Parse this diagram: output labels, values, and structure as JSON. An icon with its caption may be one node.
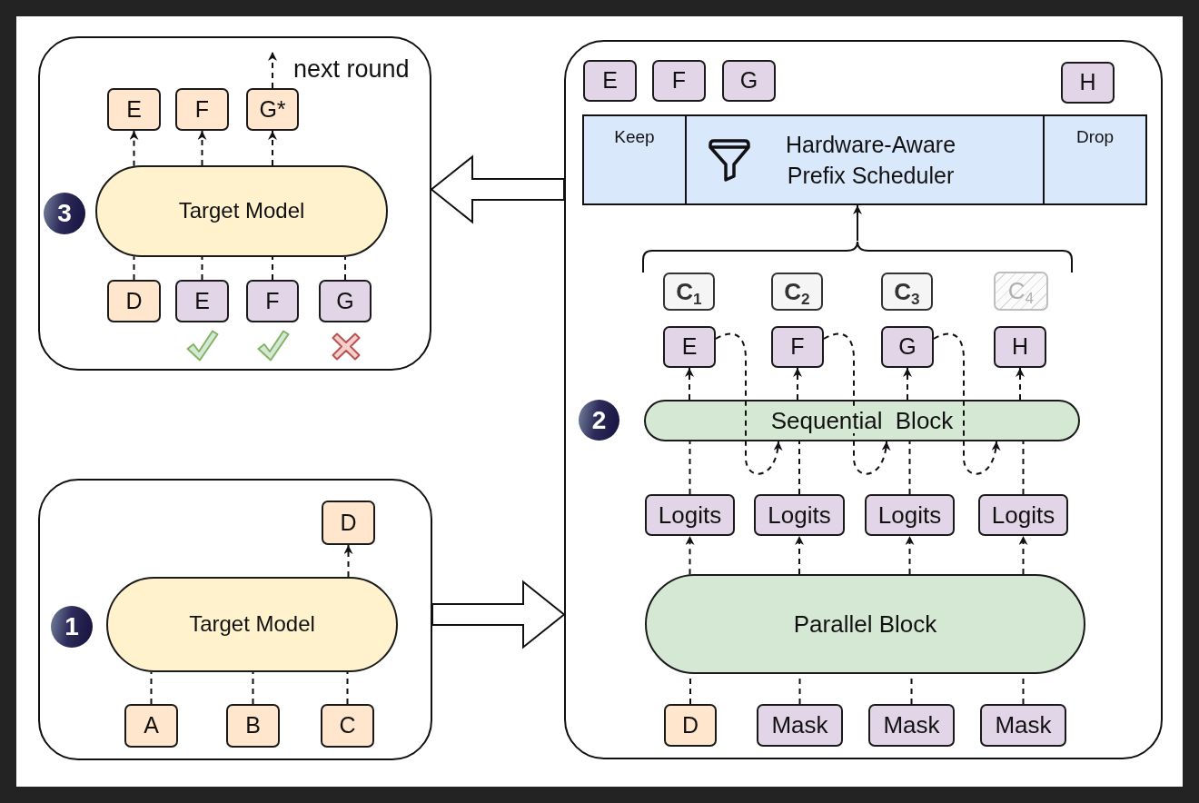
{
  "diagram": {
    "nodes": [
      {
        "text": [],
        "shape": "box"
      },
      {
        "text": [
          "D"
        ],
        "in": 0
      },
      {
        "text": [
          "1"
        ],
        "in": 0
      },
      {
        "text": [
          "Target Model"
        ],
        "in": 0
      },
      {
        "text": [
          "A"
        ],
        "in": 0
      },
      {
        "text": [
          "B"
        ],
        "in": 0
      },
      {
        "text": [
          "C"
        ],
        "in": 0
      },
      {
        "text": [],
        "shape": "box"
      },
      {
        "text": [
          "E"
        ],
        "in": 7
      },
      {
        "text": [
          "F"
        ],
        "in": 7
      },
      {
        "text": [
          "G"
        ],
        "in": 7
      },
      {
        "text": [
          "H"
        ],
        "in": 7
      },
      {
        "text": [
          "Keep",
          "Hardware-Aware Prefix Scheduler",
          "Drop"
        ],
        "in": 7
      },
      {
        "text": [],
        "shape": "brace",
        "in": 7
      },
      {
        "text": [
          "C$_{1}$"
        ],
        "in": 7
      },
      {
        "text": [
          "C$_{2}$"
        ],
        "in": 7
      },
      {
        "text": [
          "C$_{3}$"
        ],
        "in": 7
      },
      {
        "text": [
          "C$_{4}$"
        ],
        "in": 7
      },
      {
        "text": [
          "E"
        ],
        "in": 7
      },
      {
        "text": [
          "F"
        ],
        "in": 7
      },
      {
        "text": [
          "G"
        ],
        "in": 7
      },
      {
        "text": [
          "H"
        ],
        "in": 7
      },
      {
        "text": [
          "2"
        ],
        "in": 7
      },
      {
        "text": [
          "Sequential Block"
        ],
        "in": 7
      },
      {
        "text": [
          "Logits"
        ],
        "in": 7
      },
      {
        "text": [
          "Logits"
        ],
        "in": 7
      },
      {
        "text": [
          "Logits"
        ],
        "in": 7
      },
      {
        "text": [
          "Logits"
        ],
        "in": 7
      },
      {
        "text": [
          "Parallel Block"
        ],
        "in": 7
      },
      {
        "text": [
          "D"
        ],
        "in": 7
      },
      {
        "text": [
          "Mask"
        ],
        "in": 7
      },
      {
        "text": [
          "Mask"
        ],
        "in": 7
      },
      {
        "text": [
          "Mask"
        ],
        "in": 7
      },
      {
        "text": [],
        "shape": "box"
      },
      {
        "text": [
          "E"
        ],
        "in": 33
      },
      {
        "text": [
          "F"
        ],
        "in": 33
      },
      {
        "text": [
          "G*"
        ],
        "in": 33
      },
      {
        "text": [
          "3"
        ],
        "in": 33
      },
      {
        "text": [
          "Target Model"
        ],
        "in": 33
      },
      {
        "text": [
          "D"
        ],
        "in": 33
      },
      {
        "text": [
          "E"
        ],
        "in": 33
      },
      {
        "text": [
          "F"
        ],
        "in": 33
      },
      {
        "text": [
          "G"
        ],
        "in": 33
      }
    ],
    "edges": [
      {
        "from": 4,
        "to": 3,
        "arrow": "none",
        "style": "dashed"
      },
      {
        "from": 5,
        "to": 3,
        "arrow": "none",
        "style": "dashed"
      },
      {
        "from": 6,
        "to": 3,
        "arrow": "none",
        "style": "dashed"
      },
      {
        "from": 3,
        "to": 1,
        "arrow": "to",
        "style": "dashed"
      },
      {
        "from": 0,
        "to": 7,
        "arrow": "to",
        "style": "thick"
      },
      {
        "from": 29,
        "to": 28,
        "arrow": "none",
        "style": "dashed"
      },
      {
        "from": 30,
        "to": 28,
        "arrow": "none",
        "style": "dashed"
      },
      {
        "from": 31,
        "to": 28,
        "arrow": "none",
        "style": "dashed"
      },
      {
        "from": 32,
        "to": 28,
        "arrow": "none",
        "style": "dashed"
      },
      {
        "from": 28,
        "to": 24,
        "arrow": "to",
        "style": "dashed"
      },
      {
        "from": 28,
        "to": 25,
        "arrow": "to",
        "style": "dashed"
      },
      {
        "from": 28,
        "to": 26,
        "arrow": "to",
        "style": "dashed"
      },
      {
        "from": 28,
        "to": 27,
        "arrow": "to",
        "style": "dashed"
      },
      {
        "from": 24,
        "to": 23,
        "arrow": "none",
        "style": "dashed"
      },
      {
        "from": 25,
        "to": 23,
        "arrow": "none",
        "style": "dashed"
      },
      {
        "from": 26,
        "to": 23,
        "arrow": "none",
        "style": "dashed"
      },
      {
        "from": 27,
        "to": 23,
        "arrow": "none",
        "style": "dashed"
      },
      {
        "from": 23,
        "to": 18,
        "arrow": "to",
        "style": "dashed"
      },
      {
        "from": 23,
        "to": 19,
        "arrow": "to",
        "style": "dashed"
      },
      {
        "from": 23,
        "to": 20,
        "arrow": "to",
        "style": "dashed"
      },
      {
        "from": 23,
        "to": 21,
        "arrow": "to",
        "style": "dashed"
      },
      {
        "from": 18,
        "to": 23,
        "arrow": "to",
        "style": "dashed"
      },
      {
        "from": 19,
        "to": 23,
        "arrow": "to",
        "style": "dashed"
      },
      {
        "from": 20,
        "to": 23,
        "arrow": "to",
        "style": "dashed"
      },
      {
        "from": 13,
        "to": 12,
        "arrow": "to"
      },
      {
        "from": 7,
        "to": 33,
        "arrow": "to",
        "style": "thick"
      },
      {
        "from": 39,
        "to": 38,
        "arrow": "none",
        "style": "dashed"
      },
      {
        "from": 40,
        "to": 38,
        "arrow": "none",
        "style": "dashed"
      },
      {
        "from": 41,
        "to": 38,
        "arrow": "none",
        "style": "dashed"
      },
      {
        "from": 42,
        "to": 38,
        "arrow": "none",
        "style": "dashed"
      },
      {
        "from": 38,
        "to": 34,
        "arrow": "to",
        "style": "dashed"
      },
      {
        "from": 38,
        "to": 35,
        "arrow": "to",
        "style": "dashed"
      },
      {
        "from": 38,
        "to": 36,
        "arrow": "to",
        "style": "dashed"
      },
      {
        "from": 36,
        "to": null,
        "arrow": "to",
        "style": "dashed",
        "label": "next round"
      }
    ]
  }
}
